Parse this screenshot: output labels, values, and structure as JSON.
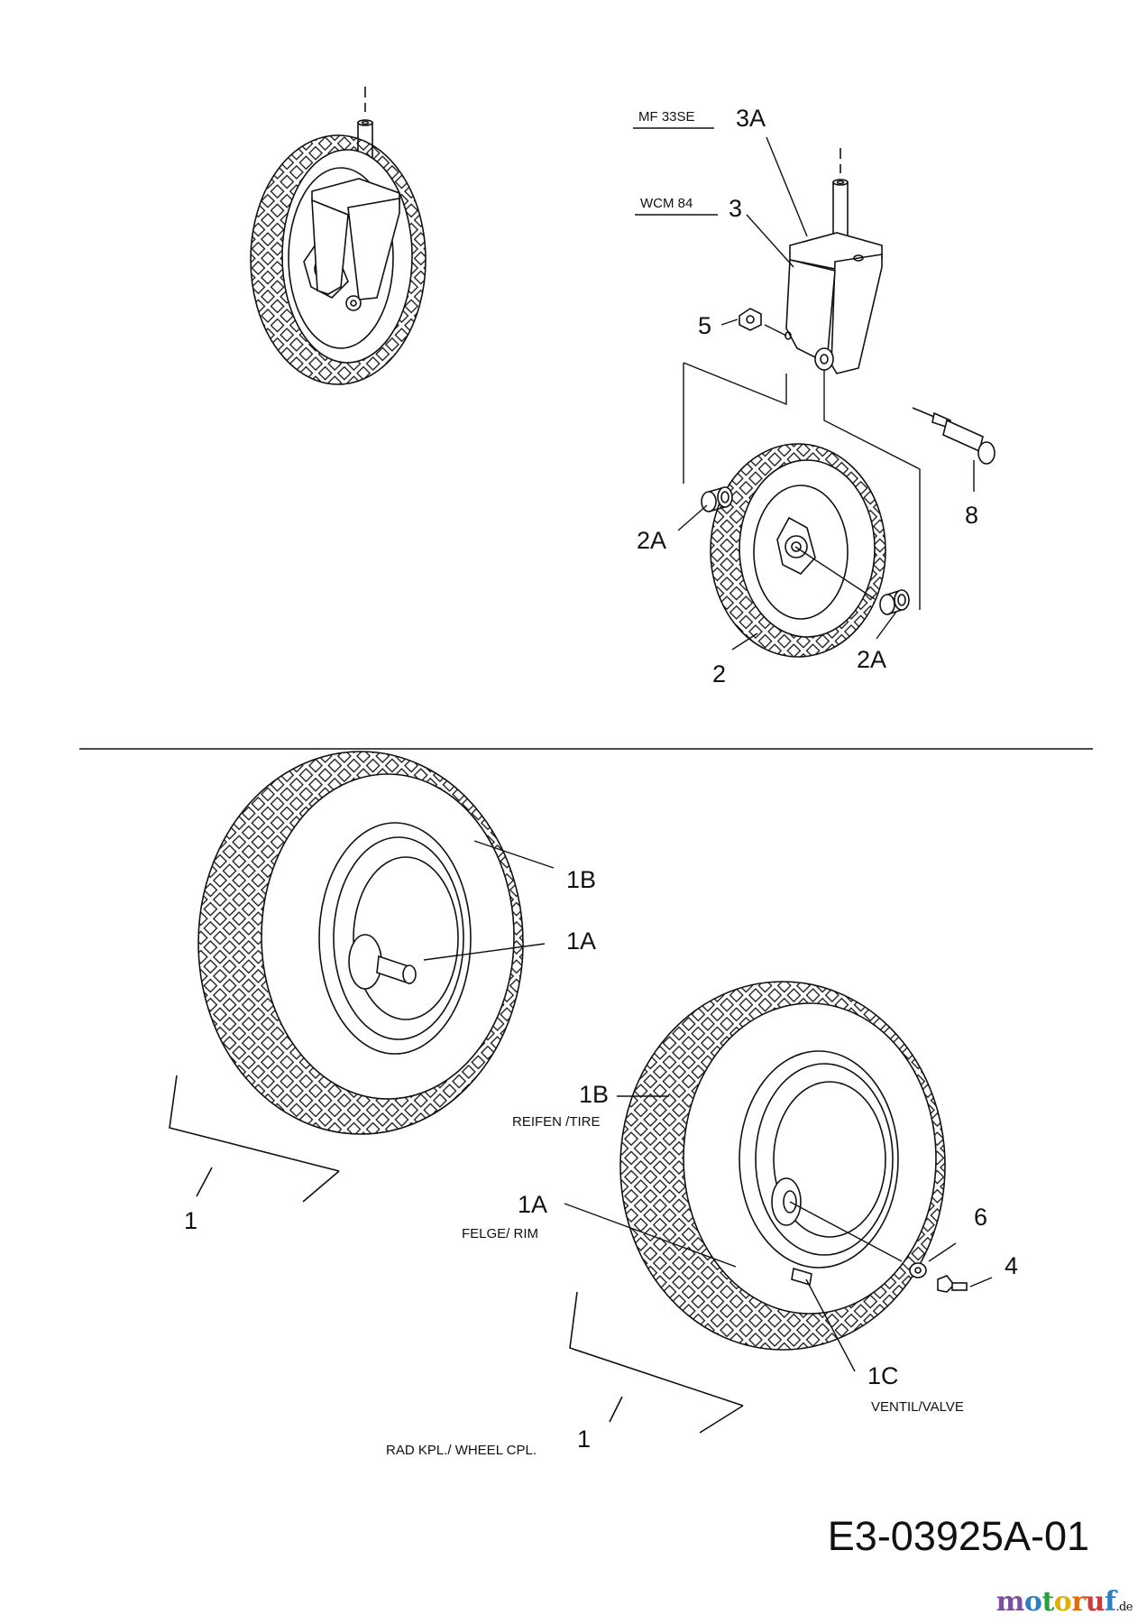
{
  "callouts": {
    "mf33se": "MF 33SE",
    "p3a": "3A",
    "wcm84": "WCM 84",
    "p3": "3",
    "p5": "5",
    "p8": "8",
    "p2a_left": "2A",
    "p2a_right": "2A",
    "p2": "2",
    "p1b_top": "1B",
    "p1a_top": "1A",
    "p1_left": "1",
    "p1b_bottom": "1B",
    "reifen_tire": "REIFEN /TIRE",
    "p1a_bottom": "1A",
    "felge_rim": "FELGE/ RIM",
    "p6": "6",
    "p4": "4",
    "p1c": "1C",
    "ventil_valve": "VENTIL/VALVE",
    "p1_bottom": "1",
    "rad_wheel": "RAD KPL./ WHEEL CPL."
  },
  "document_code": "E3-03925A-01",
  "watermark": {
    "letters": [
      "m",
      "o",
      "t",
      "o",
      "r",
      "u",
      "f"
    ],
    "colors": [
      "#7a4fa0",
      "#2e7dc6",
      "#2aa03c",
      "#e0b000",
      "#e06a10",
      "#d23a3a",
      "#2e7dc6"
    ],
    "domain": ".de"
  }
}
